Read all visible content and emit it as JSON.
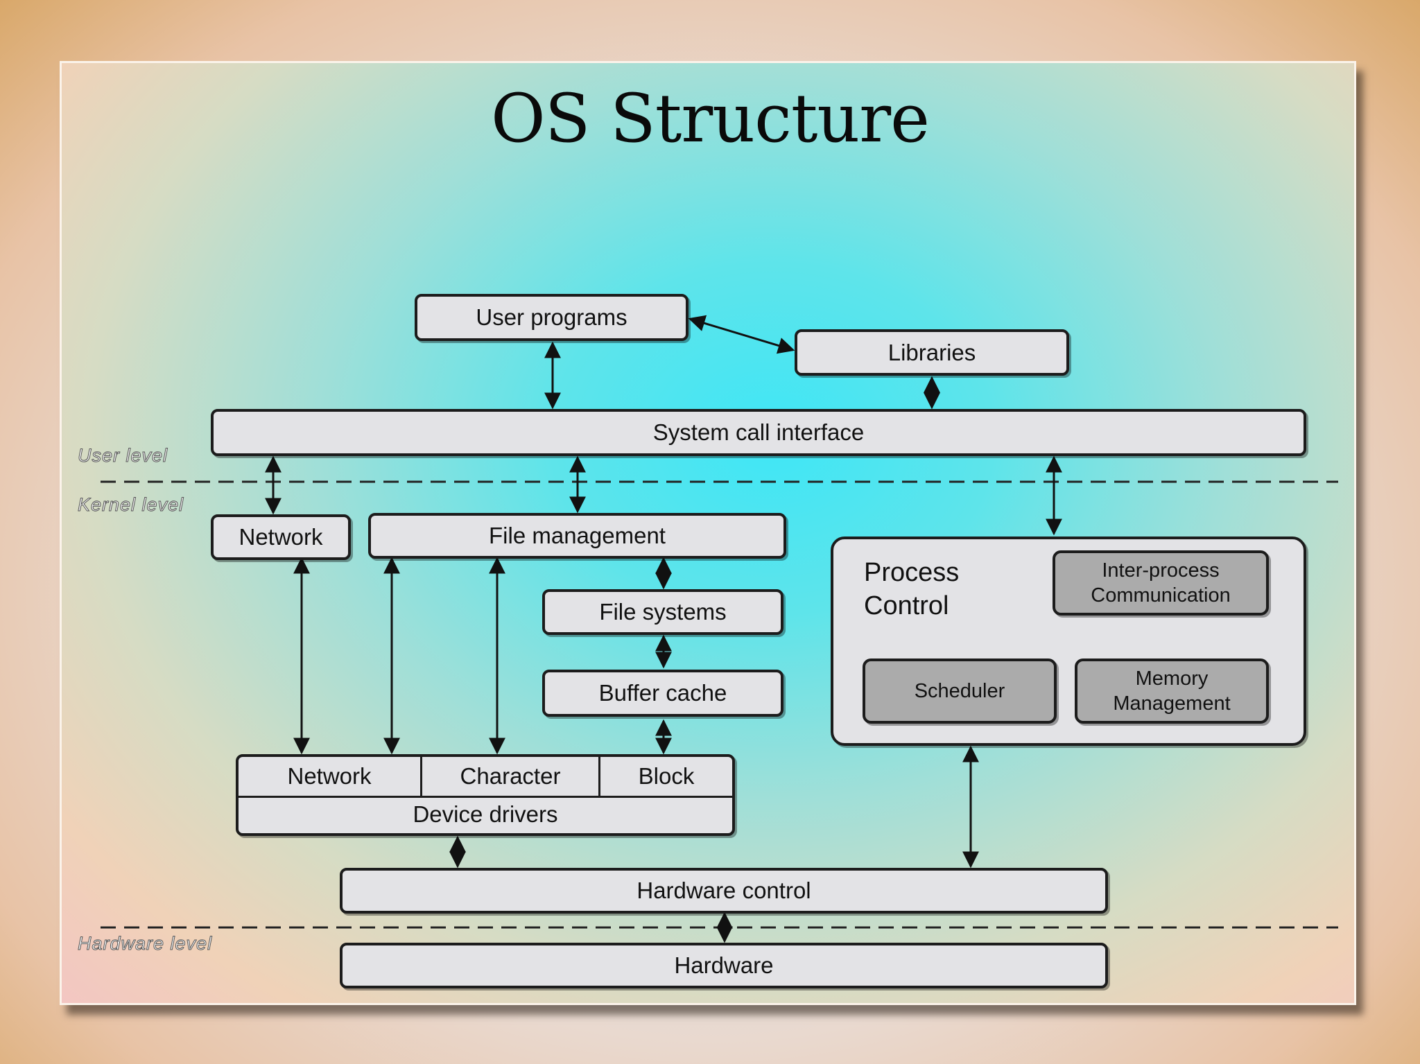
{
  "slide": {
    "title": "OS Structure"
  },
  "levels": {
    "user": "User level",
    "kernel": "Kernel level",
    "hardware": "Hardware level"
  },
  "boxes": {
    "user_programs": "User programs",
    "libraries": "Libraries",
    "system_call_interface": "System call interface",
    "network": "Network",
    "file_management": "File management",
    "file_systems": "File systems",
    "buffer_cache": "Buffer cache",
    "process_control": "Process\nControl",
    "inter_process_communication": "Inter-process\nCommunication",
    "scheduler": "Scheduler",
    "memory_management": "Memory\nManagement",
    "dd_network": "Network",
    "dd_character": "Character",
    "dd_block": "Block",
    "device_drivers": "Device drivers",
    "hardware_control": "Hardware control",
    "hardware": "Hardware"
  }
}
